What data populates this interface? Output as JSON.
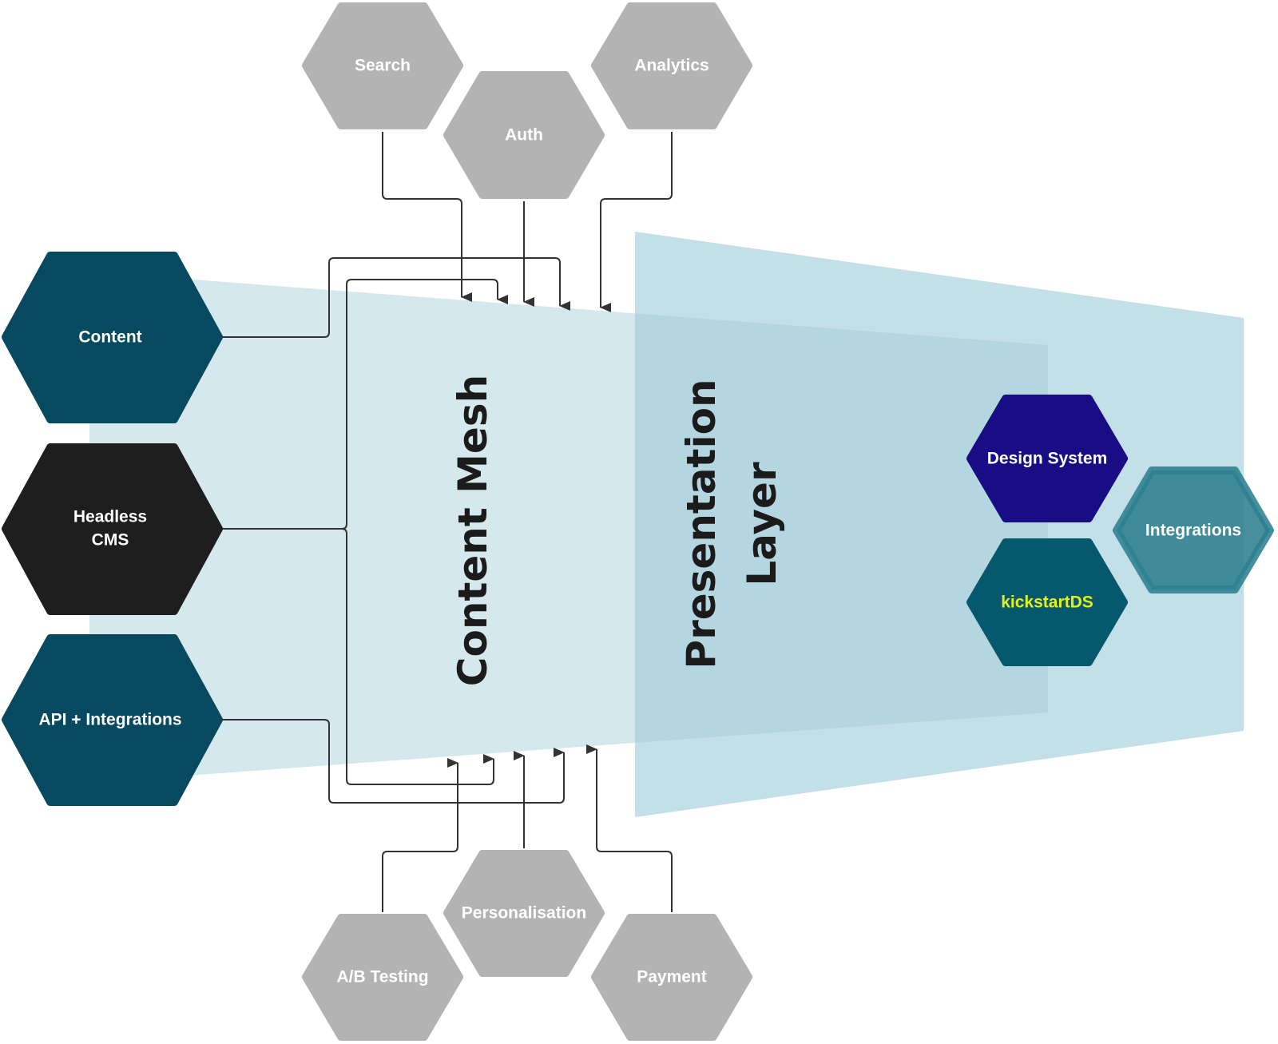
{
  "colors": {
    "service_hex": "#b3b3b3",
    "source_hex": "#074a5f",
    "headless_hex": "#1e1e1e",
    "design_system_hex": "#190d86",
    "kickstart_hex": "#06596c",
    "integrations_hex": "#2e7f90",
    "kickstart_text": "#e3f01c",
    "content_mesh_band": "#d5e8ee",
    "presentation_band": "#9ecbd8",
    "wire": "#333333"
  },
  "services_top": {
    "search": "Search",
    "auth": "Auth",
    "analytics": "Analytics"
  },
  "services_bottom": {
    "ab_testing": "A/B Testing",
    "personalisation": "Personalisation",
    "payment": "Payment"
  },
  "sources": {
    "content": "Content",
    "headless_cms_line1": "Headless",
    "headless_cms_line2": "CMS",
    "api_integrations": "API + Integrations"
  },
  "layers": {
    "content_mesh": "Content Mesh",
    "presentation_line1": "Presentation",
    "presentation_line2": "Layer"
  },
  "outputs": {
    "design_system": "Design System",
    "kickstart": "kickstartDS",
    "integrations": "Integrations"
  }
}
